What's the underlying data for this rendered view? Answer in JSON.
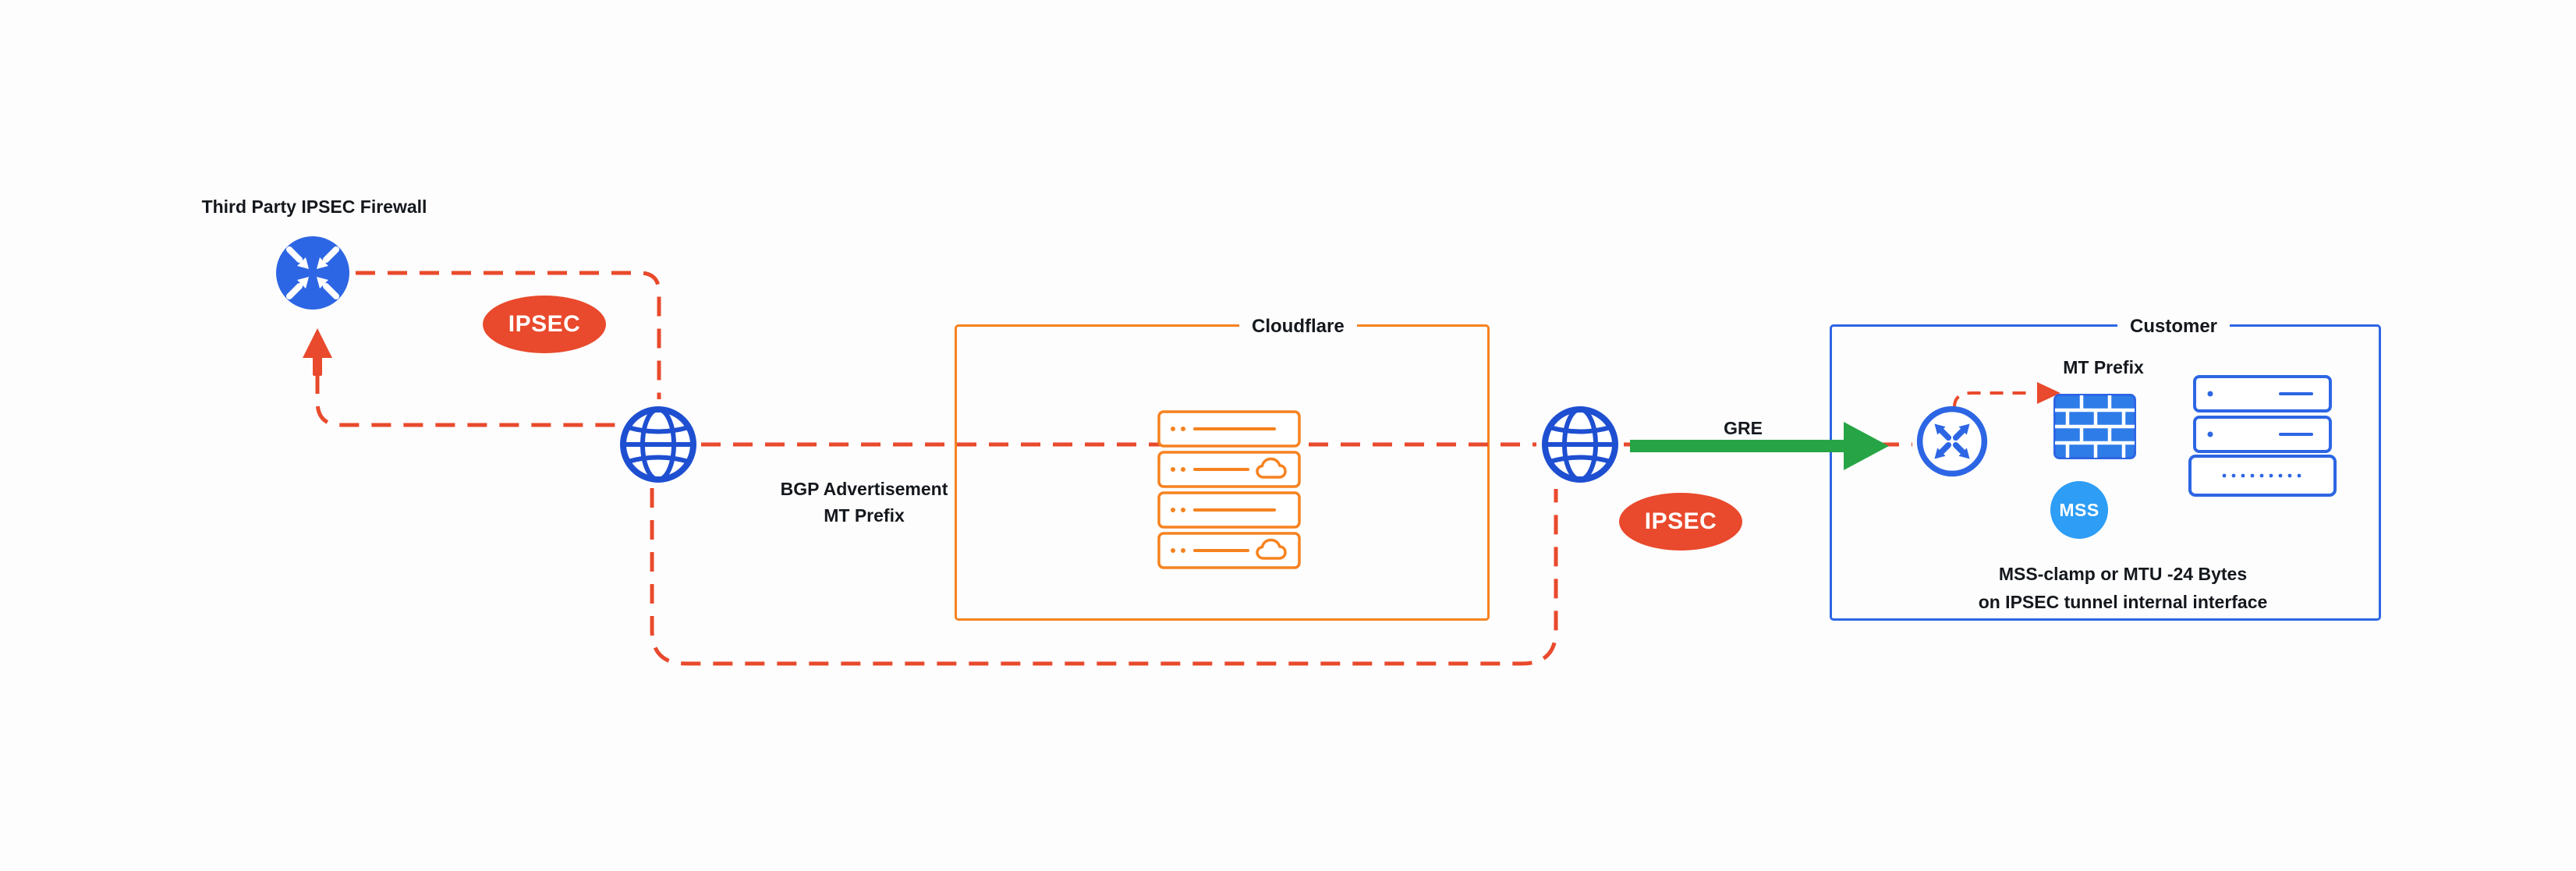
{
  "colors": {
    "red": "#e9492c",
    "orange": "#f6821f",
    "blue": "#2d66e4",
    "deep_blue": "#1e4fd1",
    "light_blue": "#2e9df5",
    "green": "#27a546",
    "brick": "#2e7ce8",
    "text": "#14181d"
  },
  "labels": {
    "third_party_firewall": "Third Party IPSEC Firewall",
    "ipsec_left": "IPSEC",
    "bgp_line1": "BGP Advertisement",
    "bgp_line2": "MT Prefix",
    "cloudflare": "Cloudflare",
    "gre": "GRE",
    "ipsec_right": "IPSEC",
    "customer": "Customer",
    "mt_prefix": "MT Prefix",
    "mss": "MSS",
    "mss_note_line1": "MSS-clamp or MTU -24 Bytes",
    "mss_note_line2": "on IPSEC tunnel internal interface"
  },
  "icons": {
    "third_party_firewall": "router-arrows-icon",
    "internet_left": "globe-icon",
    "internet_right": "globe-icon",
    "cloudflare_servers": "server-stack-icon",
    "customer_router": "router-arrows-icon",
    "customer_firewall": "brick-wall-icon",
    "customer_servers": "server-stack-icon",
    "gre_tunnel": "green-arrow-icon",
    "return_path": "up-arrow-icon"
  }
}
